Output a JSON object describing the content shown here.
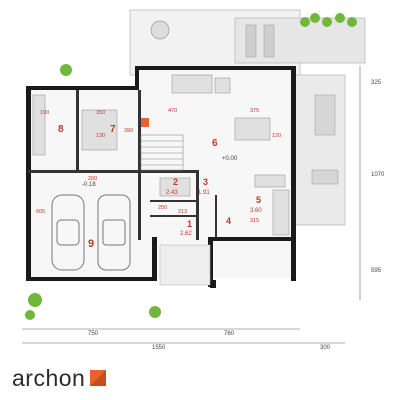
{
  "brand": {
    "name": "archon",
    "accent": "#e8632b"
  },
  "colors": {
    "wall": "#1a1a1a",
    "dim_line": "#666666",
    "label": "#c0392b",
    "terrace": "#d9d9d9",
    "grass": "#6fb83a"
  },
  "rooms": [
    {
      "number": "1",
      "area": "2.62"
    },
    {
      "number": "2",
      "area": "2.43"
    },
    {
      "number": "3",
      "area": "1.91"
    },
    {
      "number": "4",
      "area": ""
    },
    {
      "number": "5",
      "area": "3.60"
    },
    {
      "number": "6",
      "area": ""
    },
    {
      "number": "7",
      "area": ""
    },
    {
      "number": "8",
      "area": ""
    },
    {
      "number": "9",
      "area": ""
    }
  ],
  "level_marks": [
    "+0.00",
    "-0.18"
  ],
  "interior_dims": [
    "190",
    "350",
    "470",
    "375",
    "130",
    "120",
    "390",
    "605",
    "213",
    "315",
    "250",
    "200"
  ],
  "exterior_dims": {
    "right_top": "325",
    "right_middle": "1070",
    "right_bottom": "595",
    "bottom_left": "750",
    "bottom_center": "760",
    "bottom_total": "1550",
    "bottom_right": "300"
  }
}
